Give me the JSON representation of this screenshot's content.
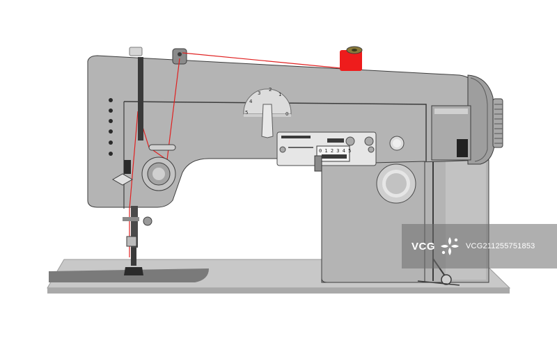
{
  "illustration": {
    "subject": "sewing-machine",
    "colors": {
      "body": "#b4b4b4",
      "body_dark": "#8e8e8e",
      "base": "#c8c8c8",
      "base_shadow": "#7a7a7a",
      "outline": "#3c3c3c",
      "thread": "#e02020",
      "spool": "#ee1c1c",
      "background": "#ffffff"
    },
    "stitch_dial": {
      "numbers": [
        "5",
        "4",
        "3",
        "2",
        "1",
        "0"
      ]
    },
    "stitch_length_scale": {
      "numbers": "0 1 2 3 4 5"
    }
  },
  "watermark": {
    "logo": "VCG",
    "id": "VCG211255751853"
  }
}
